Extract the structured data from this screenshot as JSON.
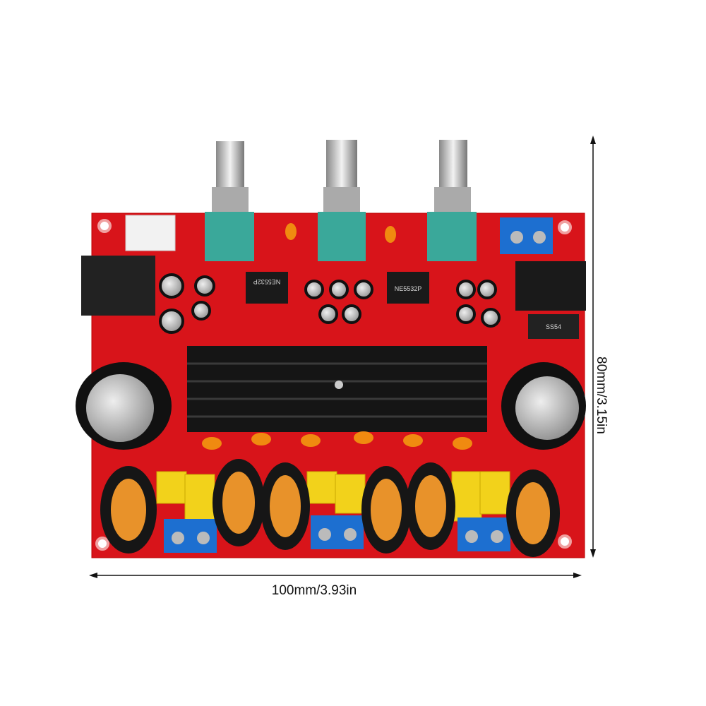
{
  "dimensions": {
    "width_label": "100mm/3.93in",
    "height_label": "80mm/3.15in"
  },
  "product": {
    "chip_markings": [
      "NE5532P",
      "NE5532P",
      "SS54"
    ],
    "colors": {
      "board": "#d8141a",
      "heatsink": "#151515",
      "potentiometer": "#3aa89a",
      "terminal": "#1d6fd0",
      "capacitor_yellow": "#f2d21b",
      "inductor_copper": "#e8922a"
    }
  }
}
